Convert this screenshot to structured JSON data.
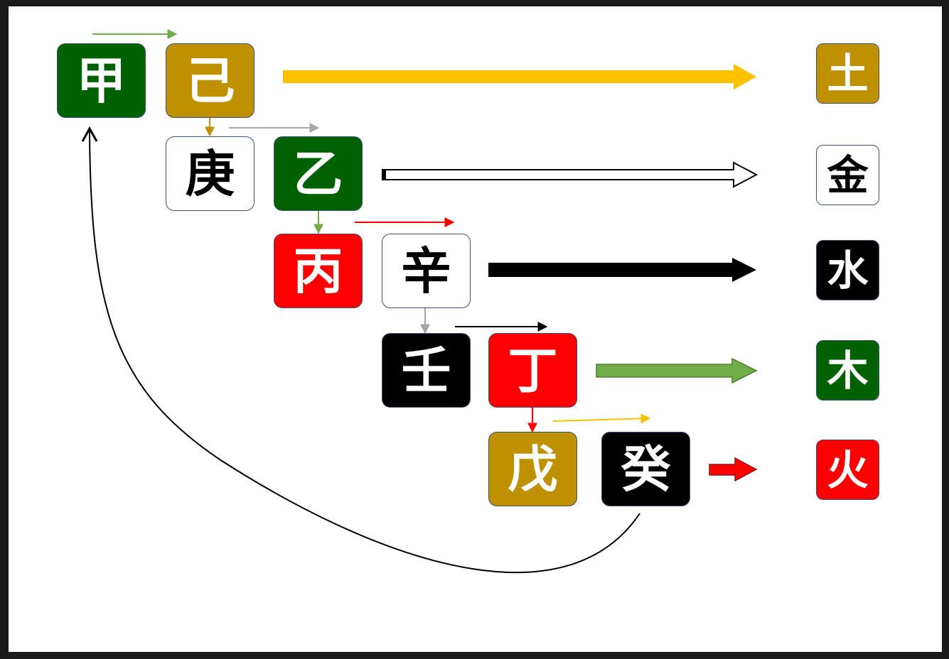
{
  "colors": {
    "wood": "#006100",
    "earth": "#bf9000",
    "metal": "#ffffff",
    "water": "#000000",
    "fire": "#ff0000",
    "border": "#3c4e72",
    "grey_arrow": "#a6a6a6",
    "yellow_arrow": "#ffc000",
    "green_arrow": "#70ad47"
  },
  "stems": {
    "jia": {
      "label": "甲",
      "element": "wood"
    },
    "ji": {
      "label": "己",
      "element": "earth"
    },
    "geng": {
      "label": "庚",
      "element": "metal"
    },
    "yi": {
      "label": "乙",
      "element": "wood"
    },
    "bing": {
      "label": "丙",
      "element": "fire"
    },
    "xin": {
      "label": "辛",
      "element": "metal"
    },
    "ren": {
      "label": "壬",
      "element": "water"
    },
    "ding": {
      "label": "丁",
      "element": "fire"
    },
    "wu": {
      "label": "戊",
      "element": "earth"
    },
    "gui": {
      "label": "癸",
      "element": "water"
    }
  },
  "elements": {
    "earth": {
      "label": "土",
      "element": "earth"
    },
    "metal": {
      "label": "金",
      "element": "metal"
    },
    "water": {
      "label": "水",
      "element": "water"
    },
    "wood": {
      "label": "木",
      "element": "wood"
    },
    "fire": {
      "label": "火",
      "element": "fire"
    }
  },
  "edges": [
    {
      "from": "jia",
      "to": "ji",
      "relation": "pair",
      "color": "#70ad47"
    },
    {
      "from": "ji",
      "to": "geng",
      "relation": "generates",
      "color": "#bf9000"
    },
    {
      "from": "geng",
      "to": "yi",
      "relation": "pair",
      "color": "#a6a6a6"
    },
    {
      "from": "yi",
      "to": "bing",
      "relation": "generates",
      "color": "#70ad47"
    },
    {
      "from": "bing",
      "to": "xin",
      "relation": "pair",
      "color": "#ff0000"
    },
    {
      "from": "xin",
      "to": "ren",
      "relation": "generates",
      "color": "#a6a6a6"
    },
    {
      "from": "ren",
      "to": "ding",
      "relation": "pair",
      "color": "#000000"
    },
    {
      "from": "ding",
      "to": "wu",
      "relation": "generates",
      "color": "#ff0000"
    },
    {
      "from": "wu",
      "to": "gui",
      "relation": "pair",
      "color": "#ffc000"
    },
    {
      "from": "gui",
      "to": "jia",
      "relation": "cycle",
      "color": "#000000"
    },
    {
      "from": "jia-ji",
      "to": "earth",
      "relation": "combines-into",
      "color": "#ffc000"
    },
    {
      "from": "geng-yi",
      "to": "metal",
      "relation": "combines-into",
      "color": "#ffffff"
    },
    {
      "from": "bing-xin",
      "to": "water",
      "relation": "combines-into",
      "color": "#000000"
    },
    {
      "from": "ren-ding",
      "to": "wood",
      "relation": "combines-into",
      "color": "#70ad47"
    },
    {
      "from": "wu-gui",
      "to": "fire",
      "relation": "combines-into",
      "color": "#ff0000"
    }
  ]
}
